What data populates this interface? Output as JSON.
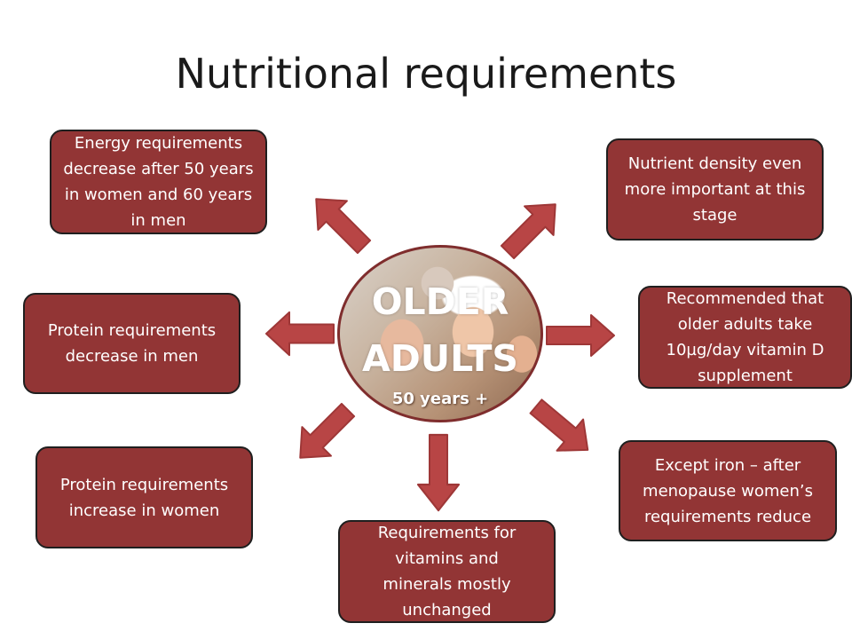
{
  "title": "Nutritional requirements",
  "center": {
    "line1": "OLDER",
    "line2": "ADULTS",
    "subtitle": "50 years +"
  },
  "boxes": {
    "energy": "Energy requirements decrease after 50 years in women and 60 years in men",
    "nutrient_density": "Nutrient density even more important at this stage",
    "vitamin_d": "Recommended that older adults take 10µg/day vitamin D supplement",
    "protein_men": "Protein requirements decrease in men",
    "protein_women": "Protein requirements increase in women",
    "iron": "Except iron – after menopause women’s requirements reduce",
    "vitamins_minerals": "Requirements for vitamins and minerals mostly unchanged"
  },
  "colors": {
    "box_fill": "#923535",
    "arrow_fill": "#b84545",
    "arrow_stroke": "#a33a3a"
  }
}
